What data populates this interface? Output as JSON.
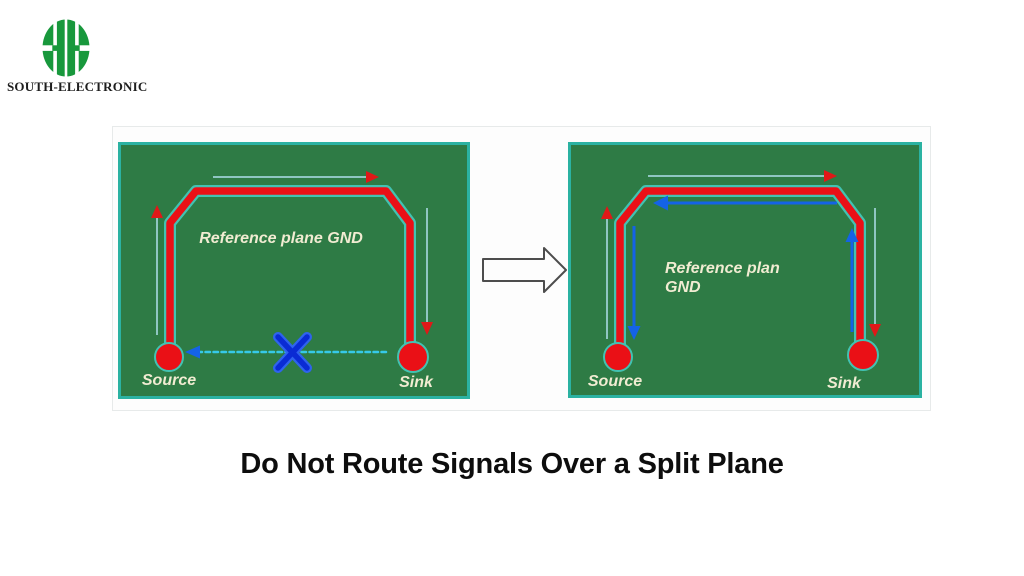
{
  "logo": {
    "brand_name": "SOUTH-ELECTRONIC"
  },
  "caption": "Do Not Route Signals Over a Split Plane",
  "left_panel": {
    "reference_label": "Reference plane GND",
    "source_label": "Source",
    "sink_label": "Sink"
  },
  "right_panel": {
    "reference_label_line1": "Reference plan",
    "reference_label_line2": "GND",
    "source_label": "Source",
    "sink_label": "Sink"
  },
  "icons": {
    "blocked_cross_icon": "blue X over blocked return path",
    "before_after_arrow_icon": "hollow right block arrow between panels",
    "brand_emblem_icon": "green striped circular HH monogram"
  },
  "colors": {
    "board_green": "#2e7b45",
    "panel_border_teal": "#2bb2a2",
    "trace_red": "#ea1016",
    "trace_halo_teal": "#42c2b2",
    "flow_line_gray_teal": "#8fc6c2",
    "return_current_blue": "#1463e6",
    "blocked_x_blue": "#0a2bd4",
    "split_dashed_cyan": "#36c9e8",
    "label_cream": "#f1ecd2",
    "logo_green": "#18983c",
    "caption_black": "#0d0d0d"
  }
}
